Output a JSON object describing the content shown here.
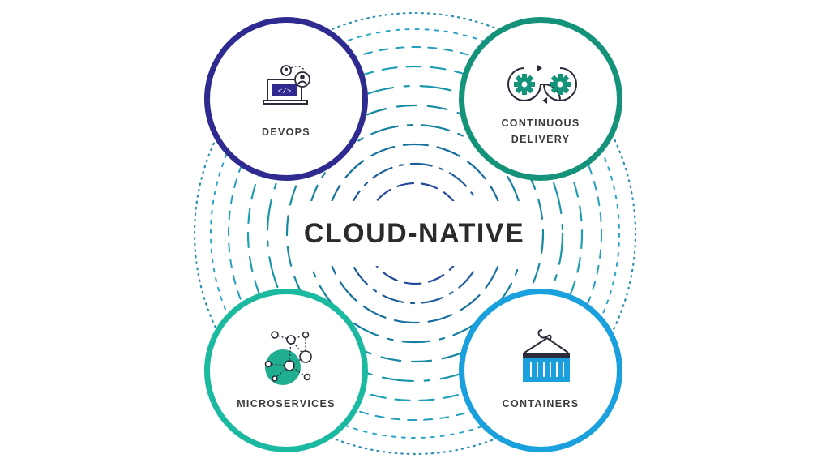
{
  "center": {
    "label": "CLOUD-NATIVE"
  },
  "nodes": {
    "devops": {
      "label": "DEVOPS",
      "color": "#2e2a8f",
      "icon": "developer-laptop-icon"
    },
    "continuous_delivery": {
      "line1": "CONTINUOUS",
      "line2": "DELIVERY",
      "color": "#15927a",
      "icon": "gears-loop-icon"
    },
    "microservices": {
      "label": "MICROSERVICES",
      "color": "#1cb9a1",
      "icon": "node-network-icon"
    },
    "containers": {
      "label": "CONTAINERS",
      "color": "#1aa0dc",
      "icon": "shipping-container-icon"
    }
  },
  "palette": {
    "ring_dark": "#1f3f8f",
    "ring_teal": "#168aa0",
    "ring_light": "#2aa6c8",
    "text": "#2b2b2b"
  }
}
